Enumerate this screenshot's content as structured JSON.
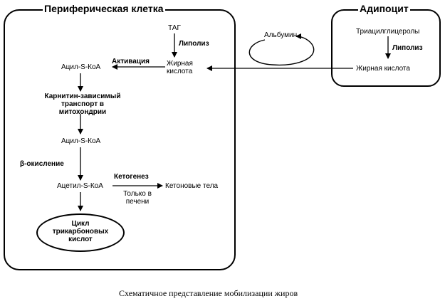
{
  "peripheral_cell": {
    "title": "Периферическая клетка",
    "tag": "ТАГ",
    "lipolysis": "Липолиз",
    "fatty_acid": "Жирная\nкислота",
    "activation": "Активация",
    "acyl_coa_1": "Ацил-S-КоА",
    "carnitine_transport": "Карнитин-зависимый\nтранспорт в\nмитохондрии",
    "acyl_coa_2": "Ацил-S-КоА",
    "beta_oxidation": "β-окисление",
    "acetyl_coa": "Ацетил-S-КоА",
    "ketogenesis": "Кетогенез",
    "liver_only": "Только в\nпечени",
    "ketone_bodies": "Кетоновые тела",
    "tca_cycle": "Цикл\nтрикарбоновых\nкислот"
  },
  "adipocyte": {
    "title": "Адипоцит",
    "triacylglycerols": "Триацилглицеролы",
    "lipolysis": "Липолиз",
    "fatty_acid": "Жирная кислота"
  },
  "albumin": "Альбумин",
  "caption": "Схематичное представление мобилизации жиров"
}
